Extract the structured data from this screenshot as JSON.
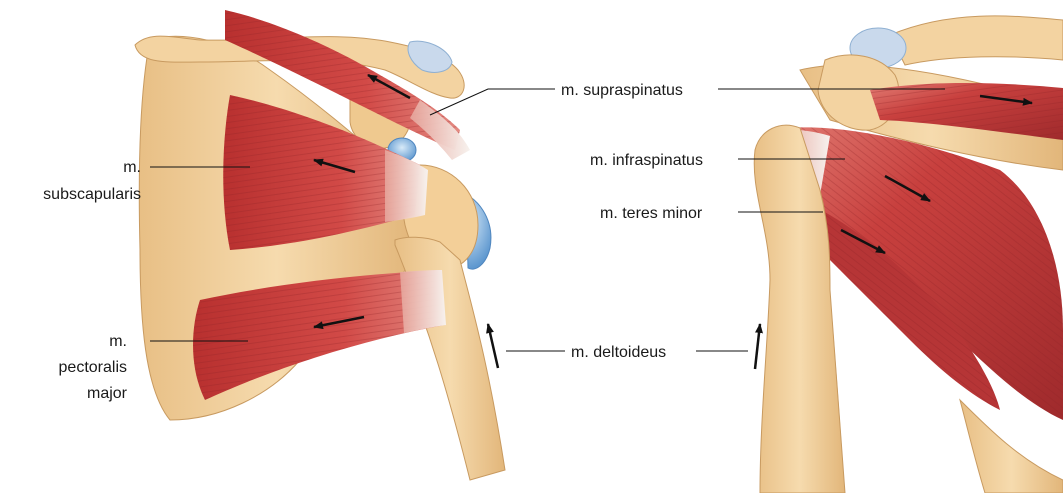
{
  "labels": {
    "supraspinatus": "m. supraspinatus",
    "subscapularis_line1": "m.",
    "subscapularis_line2": "subscapularis",
    "infraspinatus": "m. infraspinatus",
    "teres_minor": "m. teres minor",
    "pectoralis_line1": "m.",
    "pectoralis_line2": "pectoralis",
    "pectoralis_line3": "major",
    "deltoideus": "m. deltoideus"
  },
  "colors": {
    "bone": "#f1cf9c",
    "bone_shadow": "#d9ad72",
    "bone_outline": "#b98b55",
    "muscle": "#c9403f",
    "muscle_dark": "#a32b2d",
    "muscle_light": "#e07a72",
    "tendon": "#f2ece6",
    "cartilage": "#6fa8dc",
    "cartilage_light": "#cfe3f5",
    "ink": "#111111"
  }
}
